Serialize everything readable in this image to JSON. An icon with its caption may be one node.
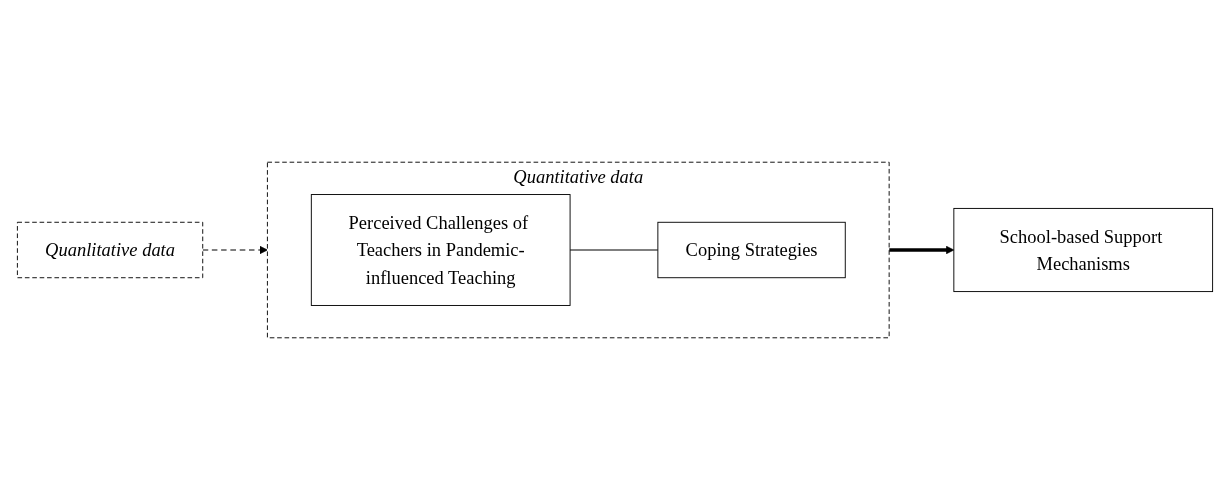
{
  "diagram": {
    "nodes": [
      {
        "text": [
          "Quantitative data"
        ]
      },
      {
        "text": [
          "Perceived Challenges of Teachers in Pandemic-influenced Teaching"
        ],
        "in": 0
      },
      {
        "text": [
          "Coping Strategies"
        ],
        "in": 0
      },
      {
        "text": [
          "School-based Support Mechanisms"
        ]
      },
      {
        "text": [
          "Quanlitative data"
        ]
      }
    ],
    "edges": [
      {
        "from": 1,
        "to": 2,
        "arrow": "none"
      },
      {
        "from": 0,
        "to": 3,
        "arrow": "to",
        "style": "thick"
      },
      {
        "from": 4,
        "to": 0,
        "arrow": "to",
        "style": "dashed"
      }
    ]
  }
}
